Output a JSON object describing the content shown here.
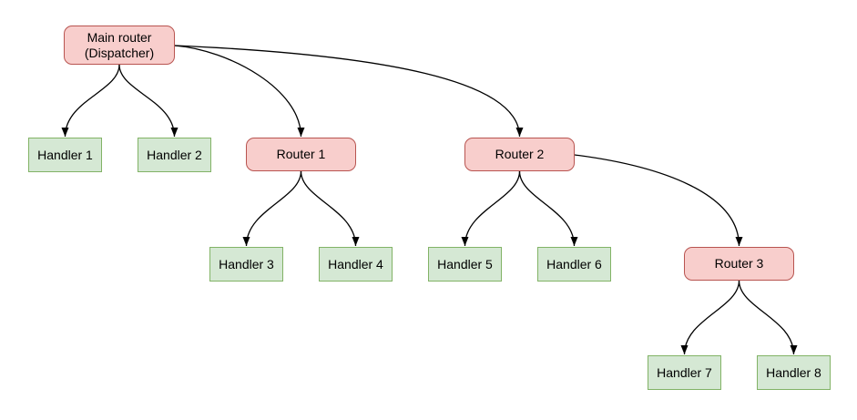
{
  "colors": {
    "background": "#ffffff",
    "router_fill": "#f8cecc",
    "router_border": "#b85450",
    "handler_fill": "#d5e8d4",
    "handler_border": "#82b366",
    "edge_color": "#000000",
    "text_color": "#000000"
  },
  "nodes": {
    "main_router": {
      "line1": "Main router",
      "line2": "(Dispatcher)",
      "type": "router"
    },
    "handler1": {
      "label": "Handler 1",
      "type": "handler"
    },
    "handler2": {
      "label": "Handler 2",
      "type": "handler"
    },
    "router1": {
      "label": "Router 1",
      "type": "router"
    },
    "router2": {
      "label": "Router 2",
      "type": "router"
    },
    "handler3": {
      "label": "Handler 3",
      "type": "handler"
    },
    "handler4": {
      "label": "Handler 4",
      "type": "handler"
    },
    "handler5": {
      "label": "Handler 5",
      "type": "handler"
    },
    "handler6": {
      "label": "Handler 6",
      "type": "handler"
    },
    "router3": {
      "label": "Router 3",
      "type": "router"
    },
    "handler7": {
      "label": "Handler 7",
      "type": "handler"
    },
    "handler8": {
      "label": "Handler 8",
      "type": "handler"
    }
  },
  "edges": [
    {
      "from": "Main router (Dispatcher)",
      "to": "Handler 1"
    },
    {
      "from": "Main router (Dispatcher)",
      "to": "Handler 2"
    },
    {
      "from": "Main router (Dispatcher)",
      "to": "Router 1"
    },
    {
      "from": "Main router (Dispatcher)",
      "to": "Router 2"
    },
    {
      "from": "Router 1",
      "to": "Handler 3"
    },
    {
      "from": "Router 1",
      "to": "Handler 4"
    },
    {
      "from": "Router 2",
      "to": "Handler 5"
    },
    {
      "from": "Router 2",
      "to": "Handler 6"
    },
    {
      "from": "Router 2",
      "to": "Router 3"
    },
    {
      "from": "Router 3",
      "to": "Handler 7"
    },
    {
      "from": "Router 3",
      "to": "Handler 8"
    }
  ]
}
